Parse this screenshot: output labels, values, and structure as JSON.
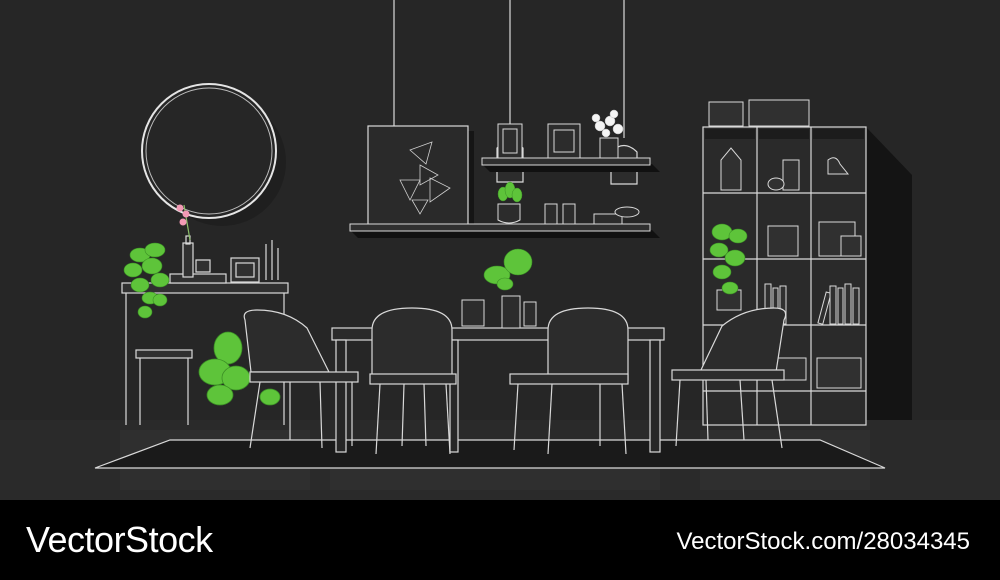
{
  "footer": {
    "brand": "VectorStock",
    "image_id": "VectorStock.com/28034345"
  },
  "colors": {
    "wall": "#262626",
    "floor": "#2b2b2b",
    "outline": "#d9d9d9",
    "shadow": "#111111",
    "plant": "#5ec43a",
    "plant_dark": "#3b8f25",
    "footer_bg": "#000000",
    "footer_text": "#ffffff"
  },
  "icons": [
    "round-mirror",
    "console-table",
    "pendant-lamp",
    "wall-shelf",
    "geometric-art-frame",
    "bookcase",
    "dining-table",
    "dining-chair",
    "pothos-plant",
    "monstera-plant"
  ]
}
